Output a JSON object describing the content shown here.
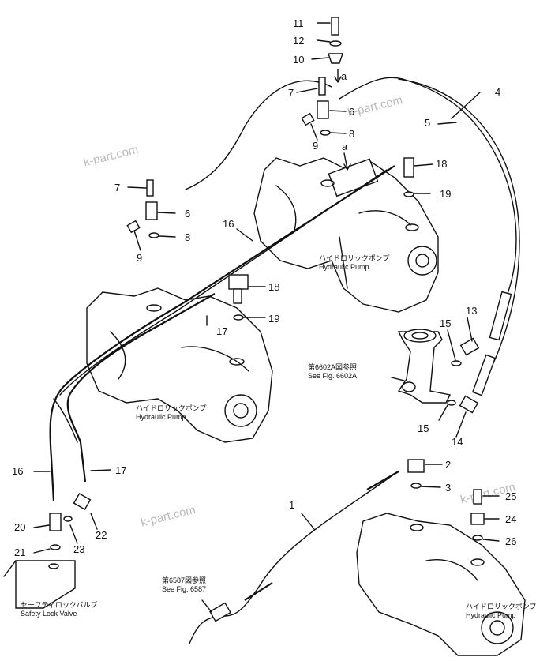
{
  "callouts": {
    "n1": "1",
    "n2": "2",
    "n3": "3",
    "n4": "4",
    "n5": "5",
    "n6a": "6",
    "n6b": "6",
    "n7a": "7",
    "n7b": "7",
    "n8a": "8",
    "n8b": "8",
    "n9a": "9",
    "n9b": "9",
    "n10": "10",
    "n11": "11",
    "n12": "12",
    "n13": "13",
    "n14": "14",
    "n15a": "15",
    "n15b": "15",
    "n16a": "16",
    "n16b": "16",
    "n17a": "17",
    "n17b": "17",
    "n18a": "18",
    "n18b": "18",
    "n19a": "19",
    "n19b": "19",
    "n20": "20",
    "n21": "21",
    "n22": "22",
    "n23": "23",
    "n24": "24",
    "n25": "25",
    "n26": "26",
    "a1": "a",
    "a2": "a"
  },
  "labels": {
    "pump_jp": "ハイドロリックポンプ",
    "pump_en": "Hydraulic Pump",
    "see6602_jp": "第6602A図参照",
    "see6602_en": "See Fig. 6602A",
    "see6587_jp": "第6587図参照",
    "see6587_en": "See Fig. 6587",
    "safety_jp": "セーフティロックバルブ",
    "safety_en": "Safety Lock Valve"
  },
  "watermark": "k-part.com"
}
